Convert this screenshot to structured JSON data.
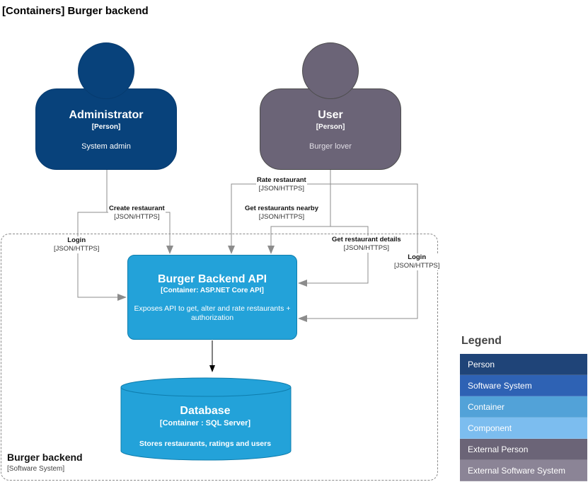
{
  "title": "[Containers] Burger backend",
  "boundary": {
    "name": "Burger backend",
    "type": "[Software System]"
  },
  "persons": {
    "admin": {
      "name": "Administrator",
      "type": "[Person]",
      "description": "System admin",
      "color": "#08427b"
    },
    "user": {
      "name": "User",
      "type": "[Person]",
      "description": "Burger lover",
      "color": "#6b6477"
    }
  },
  "containers": {
    "api": {
      "name": "Burger Backend API",
      "type": "[Container: ASP.NET Core API]",
      "description": "Exposes API to get, alter and rate restaurants + authorization",
      "color": "#23a2d9"
    },
    "db": {
      "name": "Database",
      "type": "[Container : SQL Server]",
      "description": "Stores restaurants, ratings and users",
      "color": "#23a2d9"
    }
  },
  "relations": {
    "admin_create": {
      "label": "Create restaurant",
      "tech": "[JSON/HTTPS]"
    },
    "admin_login": {
      "label": "Login",
      "tech": "[JSON/HTTPS]"
    },
    "user_rate": {
      "label": "Rate restaurant",
      "tech": "[JSON/HTTPS]"
    },
    "user_nearby": {
      "label": "Get restaurants nearby",
      "tech": "[JSON/HTTPS]"
    },
    "user_details": {
      "label": "Get restaurant details",
      "tech": "[JSON/HTTPS]"
    },
    "user_login": {
      "label": "Login",
      "tech": "[JSON/HTTPS]"
    }
  },
  "legend": {
    "title": "Legend",
    "items": [
      {
        "label": "Person",
        "color": "#1f4478"
      },
      {
        "label": "Software System",
        "color": "#2e62b4"
      },
      {
        "label": "Container",
        "color": "#52a2d8"
      },
      {
        "label": "Component",
        "color": "#7cbdef"
      },
      {
        "label": "External Person",
        "color": "#6b6477"
      },
      {
        "label": "External Software System",
        "color": "#8b8496"
      }
    ]
  }
}
